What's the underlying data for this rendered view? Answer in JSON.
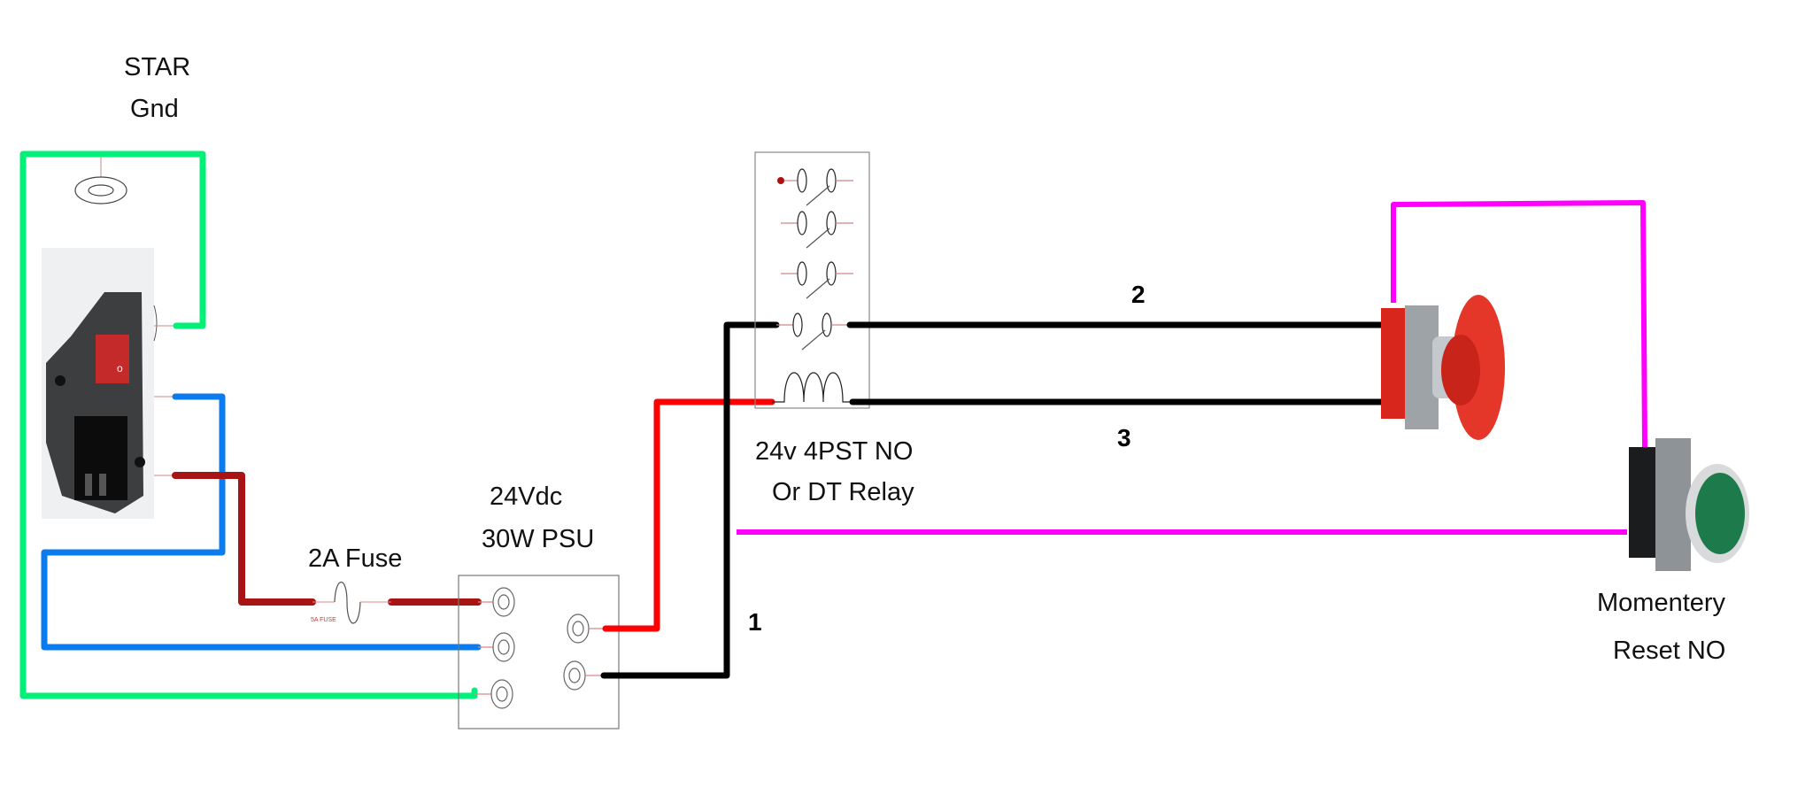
{
  "labels": {
    "star_gnd_line1": "STAR",
    "star_gnd_line2": "Gnd",
    "fuse": "2A Fuse",
    "fuse_small": "5A FUSE",
    "psu_line1": "24Vdc",
    "psu_line2": "30W PSU",
    "relay_line1": "24v 4PST NO",
    "relay_line2": "Or DT Relay",
    "reset_line1": "Momentery",
    "reset_line2": "Reset NO",
    "wire_1": "1",
    "wire_2": "2",
    "wire_3": "3"
  },
  "colors": {
    "earth_wire": "#00f078",
    "neutral_wire": "#0a7cf0",
    "live_wire": "#a81414",
    "dc_positive_wire": "#ff0000",
    "dc_negative_wire": "#000000",
    "reset_loop_wire": "#ff00ff"
  },
  "components": [
    "iec-inlet-with-switch-and-fuse",
    "star-ground",
    "fuse",
    "psu",
    "relay",
    "emergency-stop-button",
    "reset-pushbutton"
  ]
}
